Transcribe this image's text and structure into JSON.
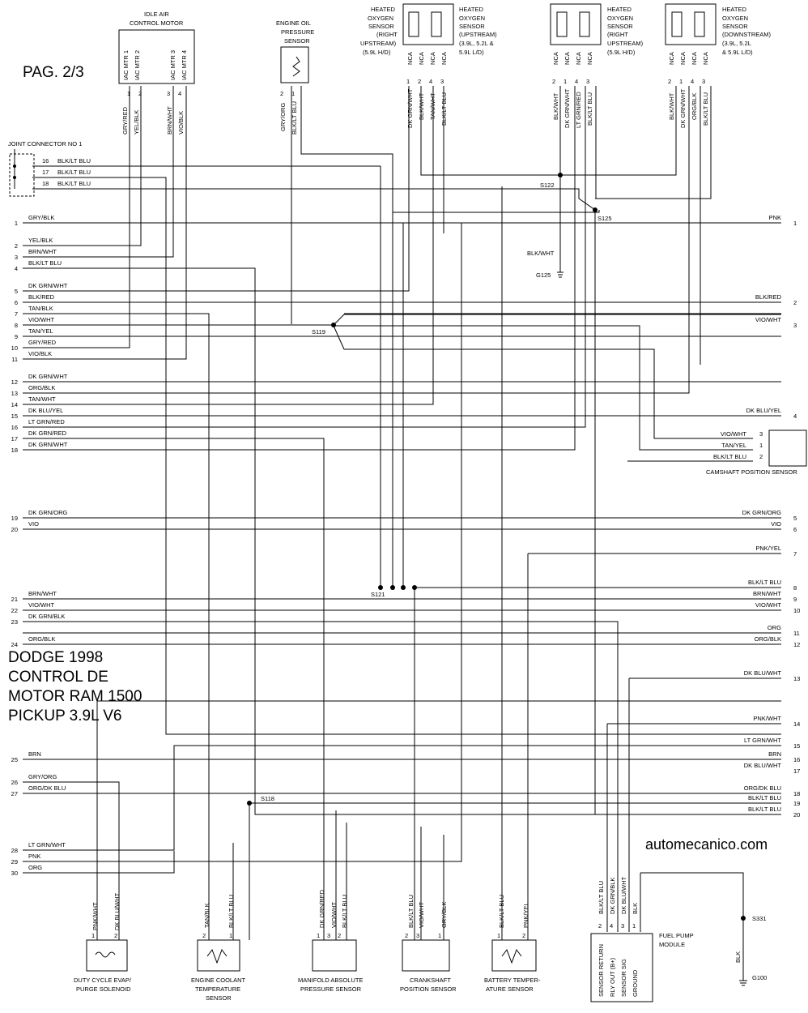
{
  "page_label": "PAG. 2/3",
  "title_lines": [
    "DODGE 1998",
    "CONTROL DE",
    "MOTOR RAM 1500",
    "PICKUP 3.9L V6"
  ],
  "website": "automecanico.com",
  "components": {
    "iac": [
      "IDLE AIR",
      "CONTROL MOTOR"
    ],
    "iac_pins": [
      "IAC MTR 1",
      "IAC MTR 2",
      "IAC MTR 3",
      "IAC MTR 4"
    ],
    "oil": [
      "ENGINE OIL",
      "PRESSURE",
      "SENSOR"
    ],
    "o2_right_up": [
      "HEATED",
      "OXYGEN",
      "SENSOR",
      "(RIGHT",
      "UPSTREAM)",
      "(5.9L H/D)"
    ],
    "o2_up": [
      "HEATED",
      "OXYGEN",
      "SENSOR",
      "(UPSTREAM)",
      "(3.9L, 5.2L &",
      "5.9L L/D)"
    ],
    "o2_right_up2": [
      "HEATED",
      "OXYGEN",
      "SENSOR",
      "(RIGHT",
      "UPSTREAM)",
      "(5.9L H/D)"
    ],
    "o2_down": [
      "HEATED",
      "OXYGEN",
      "SENSOR",
      "(DOWNSTREAM)",
      "(3.9L, 5.2L",
      "& 5.9L L/D)"
    ],
    "joint": "JOINT CONNECTOR NO 1",
    "cam": "CAMSHAFT POSITION SENSOR",
    "evap": [
      "DUTY CYCLE EVAP/",
      "PURGE SOLENOID"
    ],
    "ect": [
      "ENGINE COOLANT",
      "TEMPERATURE",
      "SENSOR"
    ],
    "map": [
      "MANIFOLD ABSOLUTE",
      "PRESSURE SENSOR"
    ],
    "ckp": [
      "CRANKSHAFT",
      "POSITION SENSOR"
    ],
    "batt": [
      "BATTERY TEMPER-",
      "ATURE SENSOR"
    ],
    "fuel": [
      "FUEL PUMP",
      "MODULE"
    ],
    "fuel_pins": [
      "SENSOR RETURN",
      "RLY OUT (B+)",
      "SENSOR SIG",
      "GROUND"
    ]
  },
  "splices": [
    "S118",
    "S119",
    "S121",
    "S122",
    "S125",
    "S331"
  ],
  "grounds": [
    "G100",
    "G125"
  ],
  "nca": "NCA",
  "joint_wires": [
    {
      "pin": "16",
      "color": "BLK/LT BLU"
    },
    {
      "pin": "17",
      "color": "BLK/LT BLU"
    },
    {
      "pin": "18",
      "color": "BLK/LT BLU"
    }
  ],
  "left_wires": [
    {
      "pin": "1",
      "color": "GRY/BLK"
    },
    {
      "pin": "2",
      "color": "YEL/BLK"
    },
    {
      "pin": "3",
      "color": "BRN/WHT"
    },
    {
      "pin": "4",
      "color": "BLK/LT BLU"
    },
    {
      "pin": "5",
      "color": "DK GRN/WHT"
    },
    {
      "pin": "6",
      "color": "BLK/RED"
    },
    {
      "pin": "7",
      "color": "TAN/BLK"
    },
    {
      "pin": "8",
      "color": "VIO/WHT"
    },
    {
      "pin": "9",
      "color": "TAN/YEL"
    },
    {
      "pin": "10",
      "color": "GRY/RED"
    },
    {
      "pin": "11",
      "color": "VIO/BLK"
    },
    {
      "pin": "12",
      "color": "DK GRN/WHT"
    },
    {
      "pin": "13",
      "color": "ORG/BLK"
    },
    {
      "pin": "14",
      "color": "TAN/WHT"
    },
    {
      "pin": "15",
      "color": "DK BLU/YEL"
    },
    {
      "pin": "16",
      "color": "LT GRN/RED"
    },
    {
      "pin": "17",
      "color": "DK GRN/RED"
    },
    {
      "pin": "18",
      "color": "DK GRN/WHT"
    },
    {
      "pin": "19",
      "color": "DK GRN/ORG"
    },
    {
      "pin": "20",
      "color": "VIO"
    },
    {
      "pin": "21",
      "color": "BRN/WHT"
    },
    {
      "pin": "22",
      "color": "VIO/WHT"
    },
    {
      "pin": "23",
      "color": "DK GRN/BLK"
    },
    {
      "pin": "24",
      "color": "ORG/BLK"
    },
    {
      "pin": "25",
      "color": "BRN"
    },
    {
      "pin": "26",
      "color": "GRY/ORG"
    },
    {
      "pin": "27",
      "color": "ORG/DK BLU"
    },
    {
      "pin": "28",
      "color": "LT GRN/WHT"
    },
    {
      "pin": "29",
      "color": "PNK"
    },
    {
      "pin": "30",
      "color": "ORG"
    }
  ],
  "right_wires": [
    {
      "pin": "1",
      "color": "PNK"
    },
    {
      "pin": "2",
      "color": "BLK/RED"
    },
    {
      "pin": "3",
      "color": "VIO/WHT"
    },
    {
      "pin": "4",
      "color": "DK BLU/YEL"
    },
    {
      "pin": "5",
      "color": "DK GRN/ORG"
    },
    {
      "pin": "6",
      "color": "VIO"
    },
    {
      "pin": "7",
      "color": "PNK/YEL"
    },
    {
      "pin": "8",
      "color": "BLK/LT BLU"
    },
    {
      "pin": "9",
      "color": "BRN/WHT"
    },
    {
      "pin": "10",
      "color": "VIO/WHT"
    },
    {
      "pin": "11",
      "color": "ORG"
    },
    {
      "pin": "12",
      "color": "ORG/BLK"
    },
    {
      "pin": "13",
      "color": "DK BLU/WHT"
    },
    {
      "pin": "14",
      "color": "PNK/WHT"
    },
    {
      "pin": "15",
      "color": "LT GRN/WHT"
    },
    {
      "pin": "16",
      "color": "BRN"
    },
    {
      "pin": "17",
      "color": "DK BLU/WHT"
    },
    {
      "pin": "18",
      "color": "ORG/DK BLU"
    },
    {
      "pin": "19",
      "color": "BLK/LT BLU"
    },
    {
      "pin": "20",
      "color": "BLK/LT BLU"
    }
  ],
  "cam_wires": [
    {
      "pin": "3",
      "color": "VIO/WHT"
    },
    {
      "pin": "1",
      "color": "TAN/YEL"
    },
    {
      "pin": "2",
      "color": "BLK/LT BLU"
    }
  ],
  "iac_wire_colors": [
    "GRY/RED",
    "YEL/BLK",
    "BRN/WHT",
    "VIO/BLK"
  ],
  "oil_wire_colors": [
    "GRY/ORG",
    "BLK/LT BLU"
  ],
  "o2a_colors": [
    "DK GRN/WHT",
    "BLK/WHT",
    "TAN/WHT",
    "BLK/LT BLU"
  ],
  "o2b_colors": [
    "BLK/WHT",
    "DK GRN/WHT",
    "LT GRN/RED",
    "BLK/LT BLU"
  ],
  "o2c_colors": [
    "BLK/WHT",
    "DK GRN/WHT",
    "ORG/BLK",
    "BLK/LT BLU"
  ],
  "g125_wire": "BLK/WHT",
  "evap_colors": [
    "PNK/WHT",
    "DK BLU/WHT"
  ],
  "ect_colors": [
    "TAN/BLK",
    "BLK/LT BLU"
  ],
  "map_colors": [
    "DK GRN/RED",
    "VIO/WHT",
    "BLK/LT BLU"
  ],
  "ckp_colors": [
    "BLK/LT BLU",
    "VIO/WHT",
    "GRY/BLK"
  ],
  "batt_colors": [
    "BLK/LT BLU",
    "PNK/YEL"
  ],
  "fuel_colors": [
    "BLK/LT BLU",
    "DK GRN/BLK",
    "DK BLU/WHT",
    "BLK"
  ],
  "g100_wire": "BLK"
}
